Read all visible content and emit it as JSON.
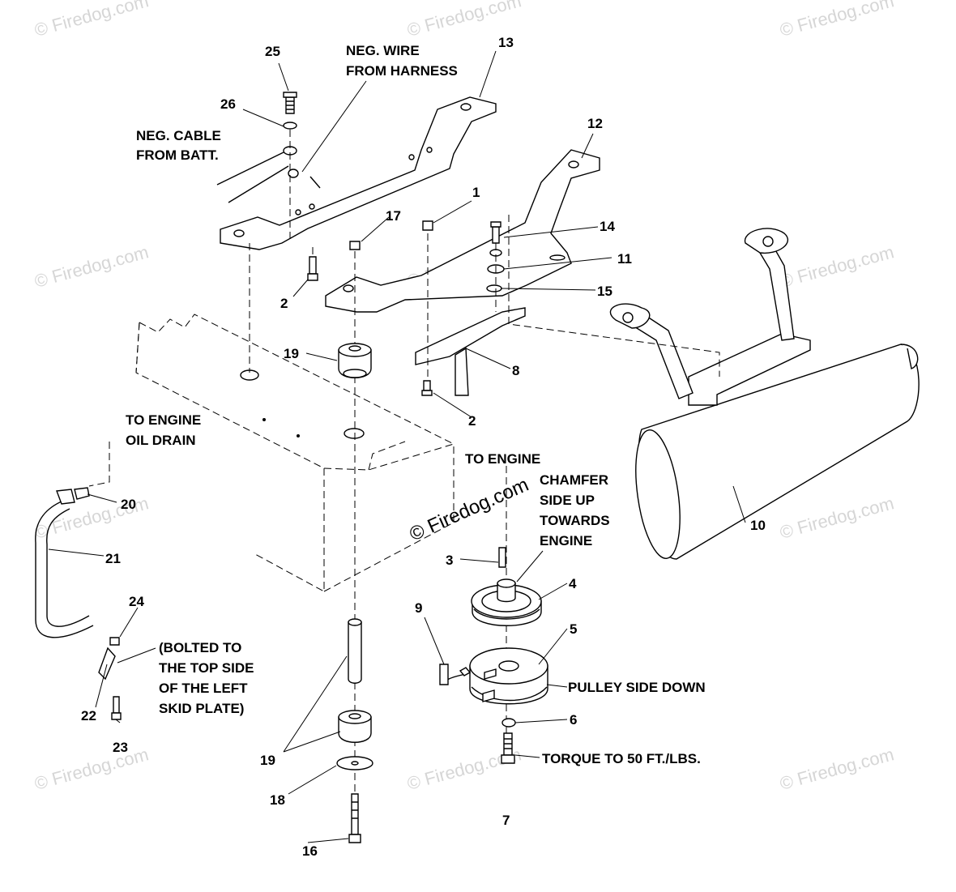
{
  "parts": {
    "p1": "1",
    "p2a": "2",
    "p2b": "2",
    "p3": "3",
    "p4": "4",
    "p5": "5",
    "p6": "6",
    "p7": "7",
    "p8": "8",
    "p9": "9",
    "p10": "10",
    "p11": "11",
    "p12": "12",
    "p13": "13",
    "p14": "14",
    "p15": "15",
    "p16": "16",
    "p17": "17",
    "p18": "18",
    "p19a": "19",
    "p19b": "19",
    "p20": "20",
    "p21": "21",
    "p22": "22",
    "p23": "23",
    "p24": "24",
    "p25": "25",
    "p26": "26"
  },
  "notes": {
    "neg_wire_1": "NEG. WIRE",
    "neg_wire_2": "FROM HARNESS",
    "neg_cable_1": "NEG. CABLE",
    "neg_cable_2": "FROM BATT.",
    "oil_drain_1": "TO ENGINE",
    "oil_drain_2": "OIL DRAIN",
    "to_engine": "TO ENGINE",
    "chamfer_1": "CHAMFER",
    "chamfer_2": "SIDE UP",
    "chamfer_3": "TOWARDS",
    "chamfer_4": "ENGINE",
    "bolted_1": "(BOLTED TO",
    "bolted_2": "THE TOP SIDE",
    "bolted_3": "OF THE LEFT",
    "bolted_4": "SKID PLATE)",
    "pulley_side": "PULLEY SIDE DOWN",
    "torque": "TORQUE TO 50 FT./LBS."
  },
  "watermark": {
    "text": "© Firedog.com",
    "center_text": "© Firedog.com"
  }
}
